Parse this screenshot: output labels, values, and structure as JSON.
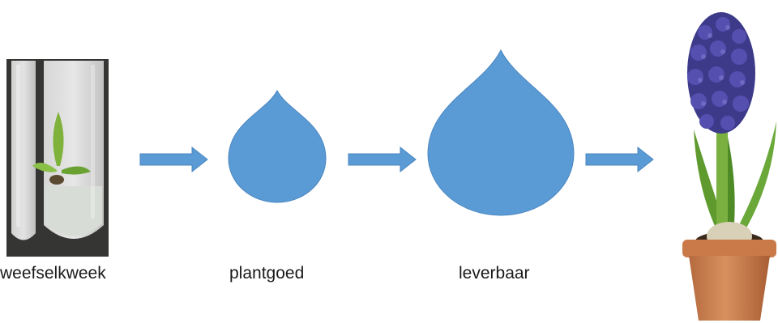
{
  "colors": {
    "shape_fill": "#5b9bd5",
    "label_text": "#1a1a1a"
  },
  "stages": [
    {
      "label": "weefselkweek",
      "image": "tissue-culture-test-tube"
    },
    {
      "label": "plantgoed",
      "shape": "drop-small"
    },
    {
      "label": "leverbaar",
      "shape": "drop-large"
    },
    {
      "label": "",
      "image": "potted-hyacinth-plant"
    }
  ],
  "arrows": [
    "arrow-right",
    "arrow-right",
    "arrow-right"
  ]
}
